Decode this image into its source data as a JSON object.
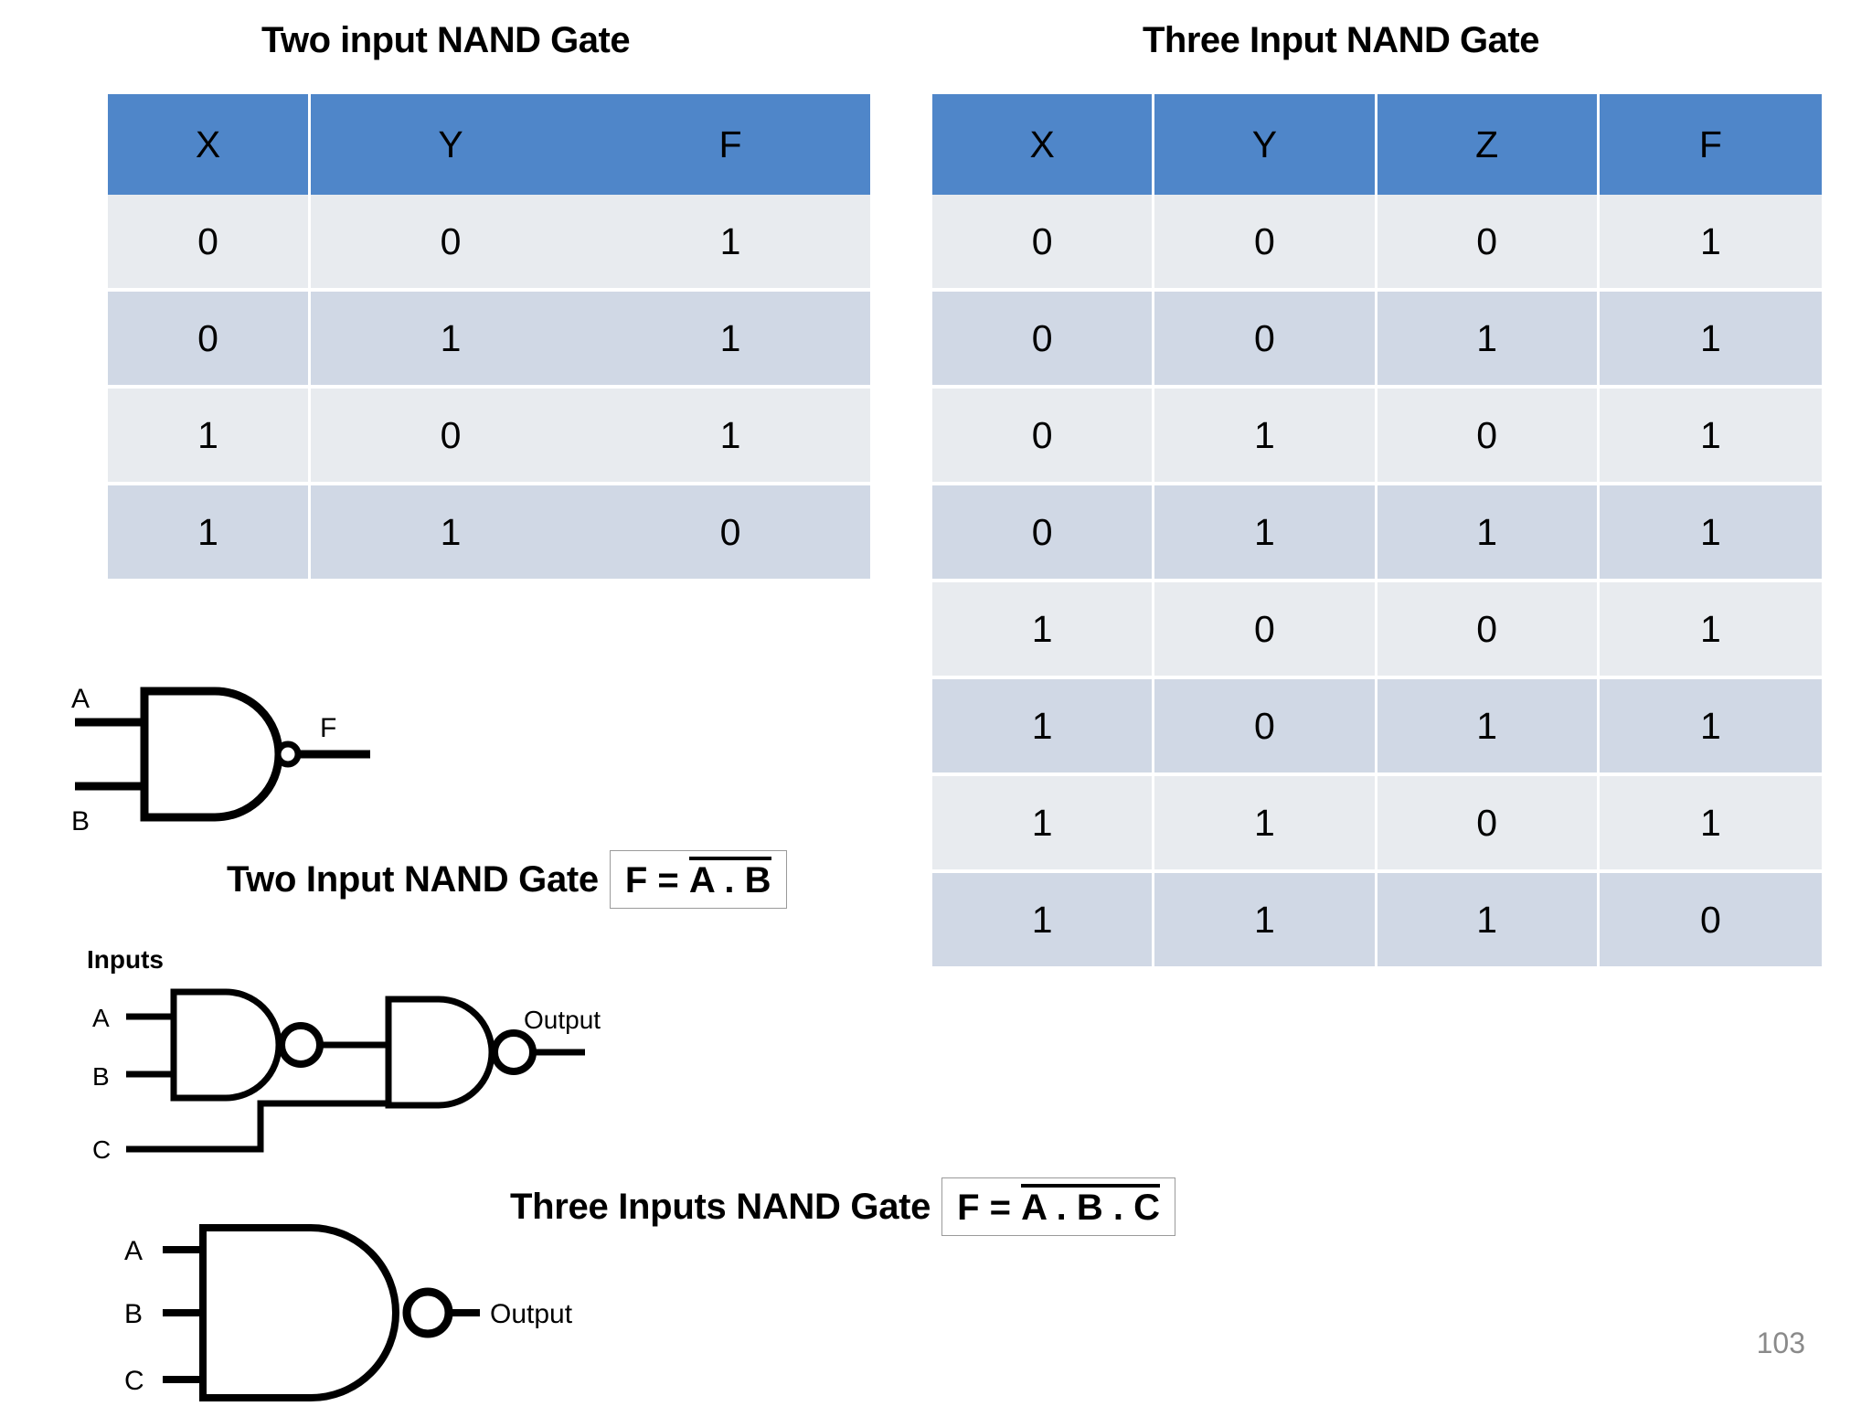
{
  "titles": {
    "two_input": "Two input NAND Gate",
    "three_input": "Three Input NAND Gate"
  },
  "chart_data": [
    {
      "type": "table",
      "title": "Two input NAND Gate",
      "columns": [
        "X",
        "Y",
        "F"
      ],
      "rows": [
        [
          "0",
          "0",
          "1"
        ],
        [
          "0",
          "1",
          "1"
        ],
        [
          "1",
          "0",
          "1"
        ],
        [
          "1",
          "1",
          "0"
        ]
      ],
      "header_color": "#4f86c9",
      "row_colors": [
        "#e8ebef",
        "#d0d8e5"
      ]
    },
    {
      "type": "table",
      "title": "Three Input NAND Gate",
      "columns": [
        "X",
        "Y",
        "Z",
        "F"
      ],
      "rows": [
        [
          "0",
          "0",
          "0",
          "1"
        ],
        [
          "0",
          "0",
          "1",
          "1"
        ],
        [
          "0",
          "1",
          "0",
          "1"
        ],
        [
          "0",
          "1",
          "1",
          "1"
        ],
        [
          "1",
          "0",
          "0",
          "1"
        ],
        [
          "1",
          "0",
          "1",
          "1"
        ],
        [
          "1",
          "1",
          "0",
          "1"
        ],
        [
          "1",
          "1",
          "1",
          "0"
        ]
      ],
      "header_color": "#4f86c9",
      "row_colors": [
        "#e8ebef",
        "#d0d8e5"
      ]
    }
  ],
  "figures": {
    "nand2": {
      "input_a": "A",
      "input_b": "B",
      "output": "F"
    },
    "nand3_composed": {
      "group_label": "Inputs",
      "input_a": "A",
      "input_b": "B",
      "input_c": "C",
      "output": "Output"
    },
    "nand3_symbol": {
      "input_a": "A",
      "input_b": "B",
      "input_c": "C",
      "output": "Output"
    }
  },
  "captions": {
    "two_input_label": "Two Input NAND Gate",
    "two_input_formula_prefix": "F = ",
    "two_input_formula_expr": "A . B",
    "three_input_label": "Three Inputs NAND Gate",
    "three_input_formula_prefix": "F = ",
    "three_input_formula_expr": "A . B . C"
  },
  "footer": {
    "page_number": "103"
  }
}
